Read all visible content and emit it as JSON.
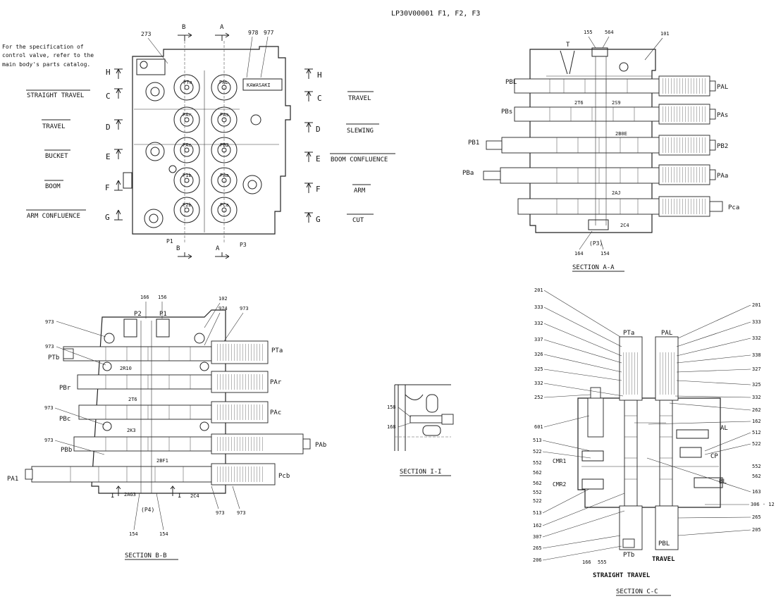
{
  "header": {
    "title": "LP30V00001 F1, F2, F3"
  },
  "note": [
    "For the specification of",
    "control valve, refer to the",
    "main body's parts catalog."
  ],
  "left_labels": [
    "STRAIGHT TRAVEL",
    "TRAVEL",
    "BUCKET",
    "BOOM",
    "ARM CONFLUENCE"
  ],
  "right_labels": [
    "TRAVEL",
    "SLEWING",
    "BOOM CONFLUENCE",
    "ARM",
    "CUT"
  ],
  "section_marks_left": [
    "H",
    "C",
    "D",
    "E",
    "F",
    "G"
  ],
  "section_marks_right": [
    "H",
    "C",
    "D",
    "E",
    "F",
    "G"
  ],
  "front_view": {
    "top_labels": [
      "273",
      "B",
      "A",
      "978",
      "977"
    ],
    "port_labels": [
      "PTa",
      "PAL",
      "PAr",
      "PAs",
      "PAc",
      "PB2",
      "P1b",
      "PAa",
      "P2b",
      "PCa"
    ],
    "brand": "KAWASAKI",
    "bottom_labels": [
      "P1",
      "B",
      "A",
      "P3"
    ]
  },
  "section_aa": {
    "title": "SECTION A-A",
    "top_labels": [
      "155",
      "564",
      "101",
      "T"
    ],
    "left_ports": [
      "PBL",
      "PBs",
      "PB1",
      "PBa"
    ],
    "right_ports": [
      "PAL",
      "PAs",
      "PB2",
      "PAa",
      "Pca"
    ],
    "inner_labels": [
      "2T6",
      "2S9",
      "2B0E",
      "2AJ",
      "2C4"
    ],
    "bottom_labels": [
      "(P3)",
      "164",
      "154"
    ]
  },
  "section_bb": {
    "title": "SECTION B-B",
    "top_labels": [
      "166",
      "156",
      "102",
      "P2",
      "P1",
      "974",
      "973"
    ],
    "left_labels": [
      "973",
      "973",
      "PTb",
      "PBr",
      "973",
      "PBc",
      "973",
      "PBb",
      "PA1"
    ],
    "right_ports": [
      "PTa",
      "PAr",
      "PAc",
      "PAb",
      "Pcb"
    ],
    "inner_labels": [
      "2R10",
      "2T6",
      "2K3",
      "2BF1",
      "2AG3",
      "2C4"
    ],
    "bottom_labels": [
      "(P4)",
      "154",
      "154",
      "973",
      "973",
      "I",
      "I"
    ]
  },
  "section_ii": {
    "title": "SECTION I-I",
    "labels": [
      "158",
      "168"
    ]
  },
  "section_cc": {
    "title": "SECTION C-C",
    "top_ports": [
      "PTa",
      "PAL"
    ],
    "left_labels": [
      "201",
      "333",
      "332",
      "337",
      "326",
      "325",
      "332",
      "252",
      "601",
      "513",
      "522",
      "552",
      "562",
      "562",
      "552",
      "522",
      "513",
      "162",
      "307",
      "265",
      "206"
    ],
    "right_labels": [
      "201",
      "333",
      "332",
      "338",
      "327",
      "325",
      "332",
      "262",
      "162",
      "512",
      "522",
      "552",
      "562",
      "163",
      "306 · 12",
      "265",
      "205"
    ],
    "inner_labels": [
      "CMR1",
      "CMR2",
      "AL",
      "CP",
      "BL"
    ],
    "bottom_ports": [
      "PTb",
      "PBL"
    ],
    "bottom_labels": [
      "166",
      "555",
      "TRAVEL",
      "STRAIGHT TRAVEL"
    ]
  }
}
